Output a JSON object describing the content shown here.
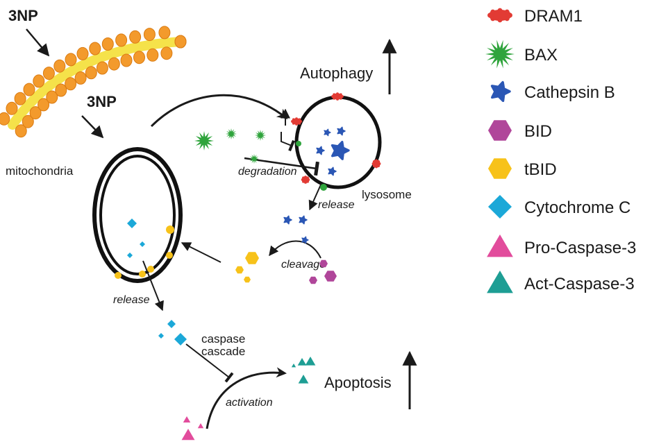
{
  "labels": {
    "stimulus_top": "3NP",
    "stimulus_mid": "3NP",
    "mitochondria": "mitochondria",
    "autophagy": "Autophagy",
    "degradation": "degradation",
    "release_lysosome": "release",
    "lysosome": "lysosome",
    "cleavage": "cleavage",
    "release_mito": "release",
    "caspase_cascade_line1": "caspase",
    "caspase_cascade_line2": "cascade",
    "activation": "activation",
    "apoptosis": "Apoptosis"
  },
  "legend": [
    {
      "label": "DRAM1",
      "shape": "cloud-blob",
      "color": "#e23b34"
    },
    {
      "label": "BAX",
      "shape": "starburst",
      "color": "#2fa43c"
    },
    {
      "label": "Cathepsin B",
      "shape": "splat-star",
      "color": "#2b57b5"
    },
    {
      "label": "BID",
      "shape": "hexagon",
      "color": "#b0469a"
    },
    {
      "label": "tBID",
      "shape": "hexagon",
      "color": "#f7c21a"
    },
    {
      "label": "Cytochrome  C",
      "shape": "diamond",
      "color": "#1ba8d8"
    },
    {
      "label": "Pro-Caspase-3",
      "shape": "triangle",
      "color": "#e24c9c"
    },
    {
      "label": "Act-Caspase-3",
      "shape": "triangle",
      "color": "#1e9e94"
    }
  ],
  "colors": {
    "mito_orange": "#f39a2c",
    "mito_orange_dark": "#d97a12",
    "mito_inner": "#f5e24a",
    "arrow": "#1a1a1a"
  }
}
